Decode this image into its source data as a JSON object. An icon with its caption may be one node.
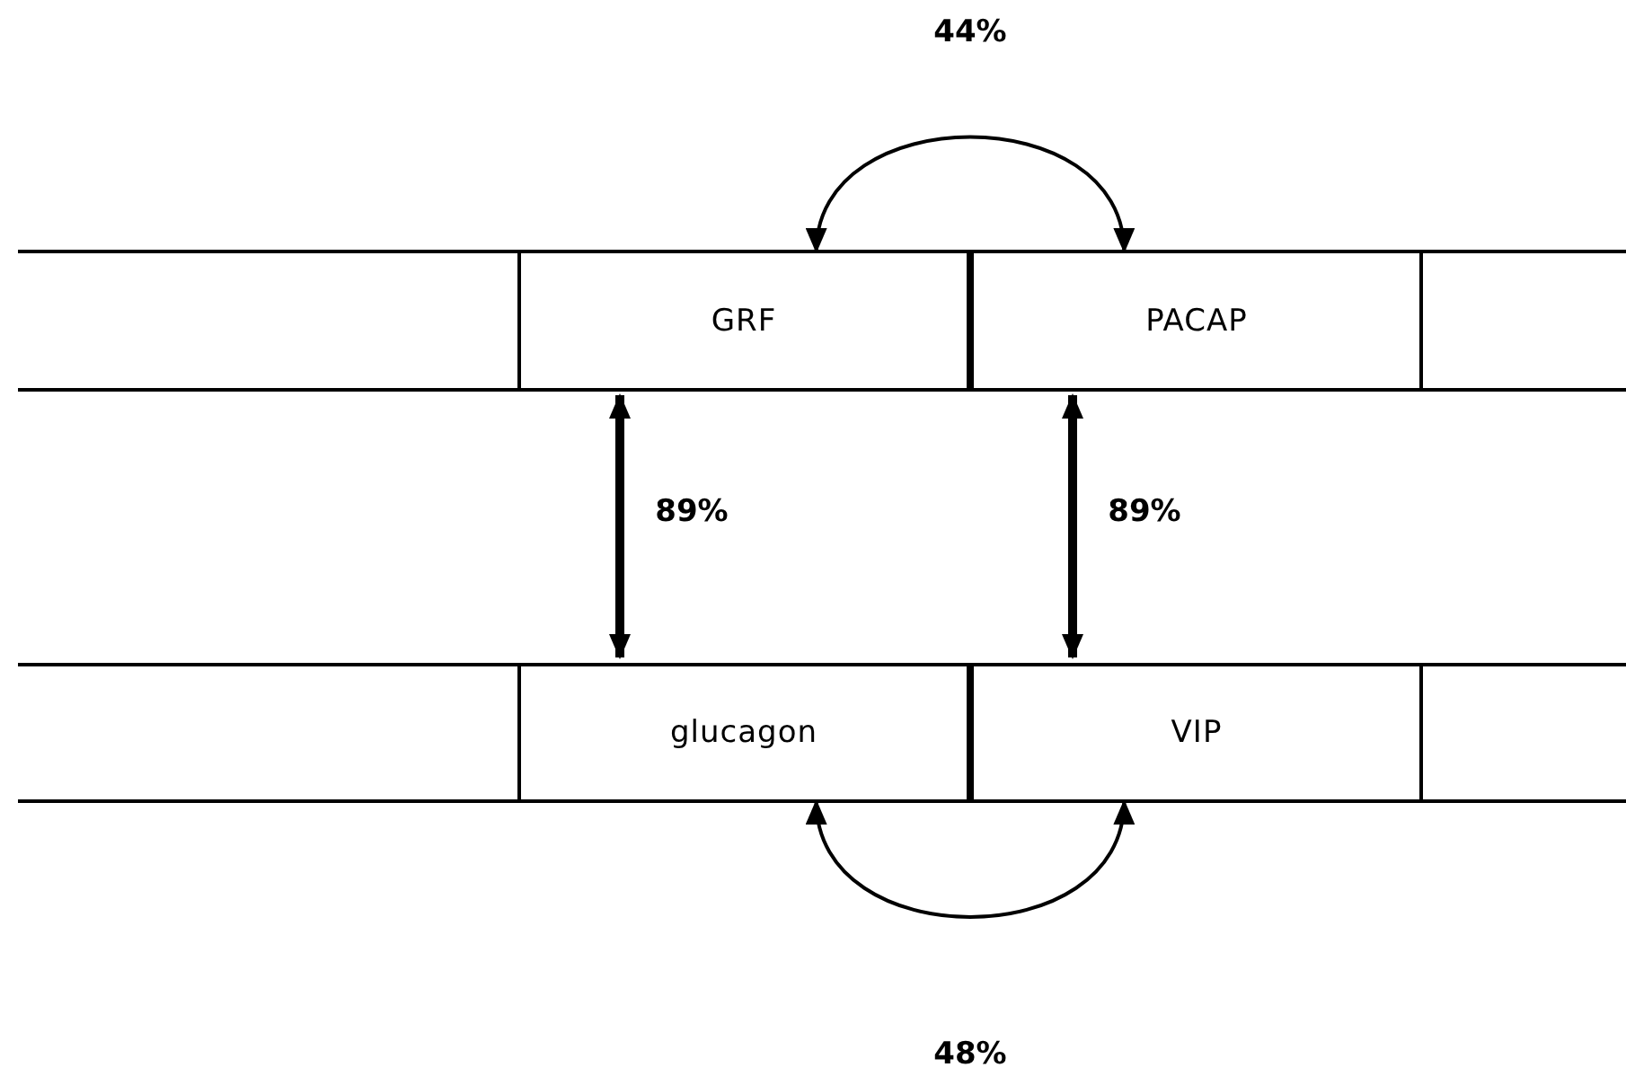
{
  "diagram": {
    "nodes": [
      {
        "text": [],
        "shape": "bar"
      },
      {
        "text": [
          "GRF"
        ],
        "in": 0
      },
      {
        "text": [
          "PACAP"
        ],
        "in": 0
      },
      {
        "text": [],
        "shape": "bar"
      },
      {
        "text": [
          "glucagon"
        ],
        "in": 3
      },
      {
        "text": [
          "VIP"
        ],
        "in": 3
      }
    ],
    "edges": [
      {
        "from": 1,
        "to": 2,
        "arrow": "both",
        "label": "44%"
      },
      {
        "from": 1,
        "to": 4,
        "arrow": "both",
        "label": "89%",
        "style": "thick"
      },
      {
        "from": 2,
        "to": 5,
        "arrow": "both",
        "label": "89%",
        "style": "thick"
      },
      {
        "from": 4,
        "to": 5,
        "arrow": "both",
        "label": "48%"
      }
    ]
  }
}
